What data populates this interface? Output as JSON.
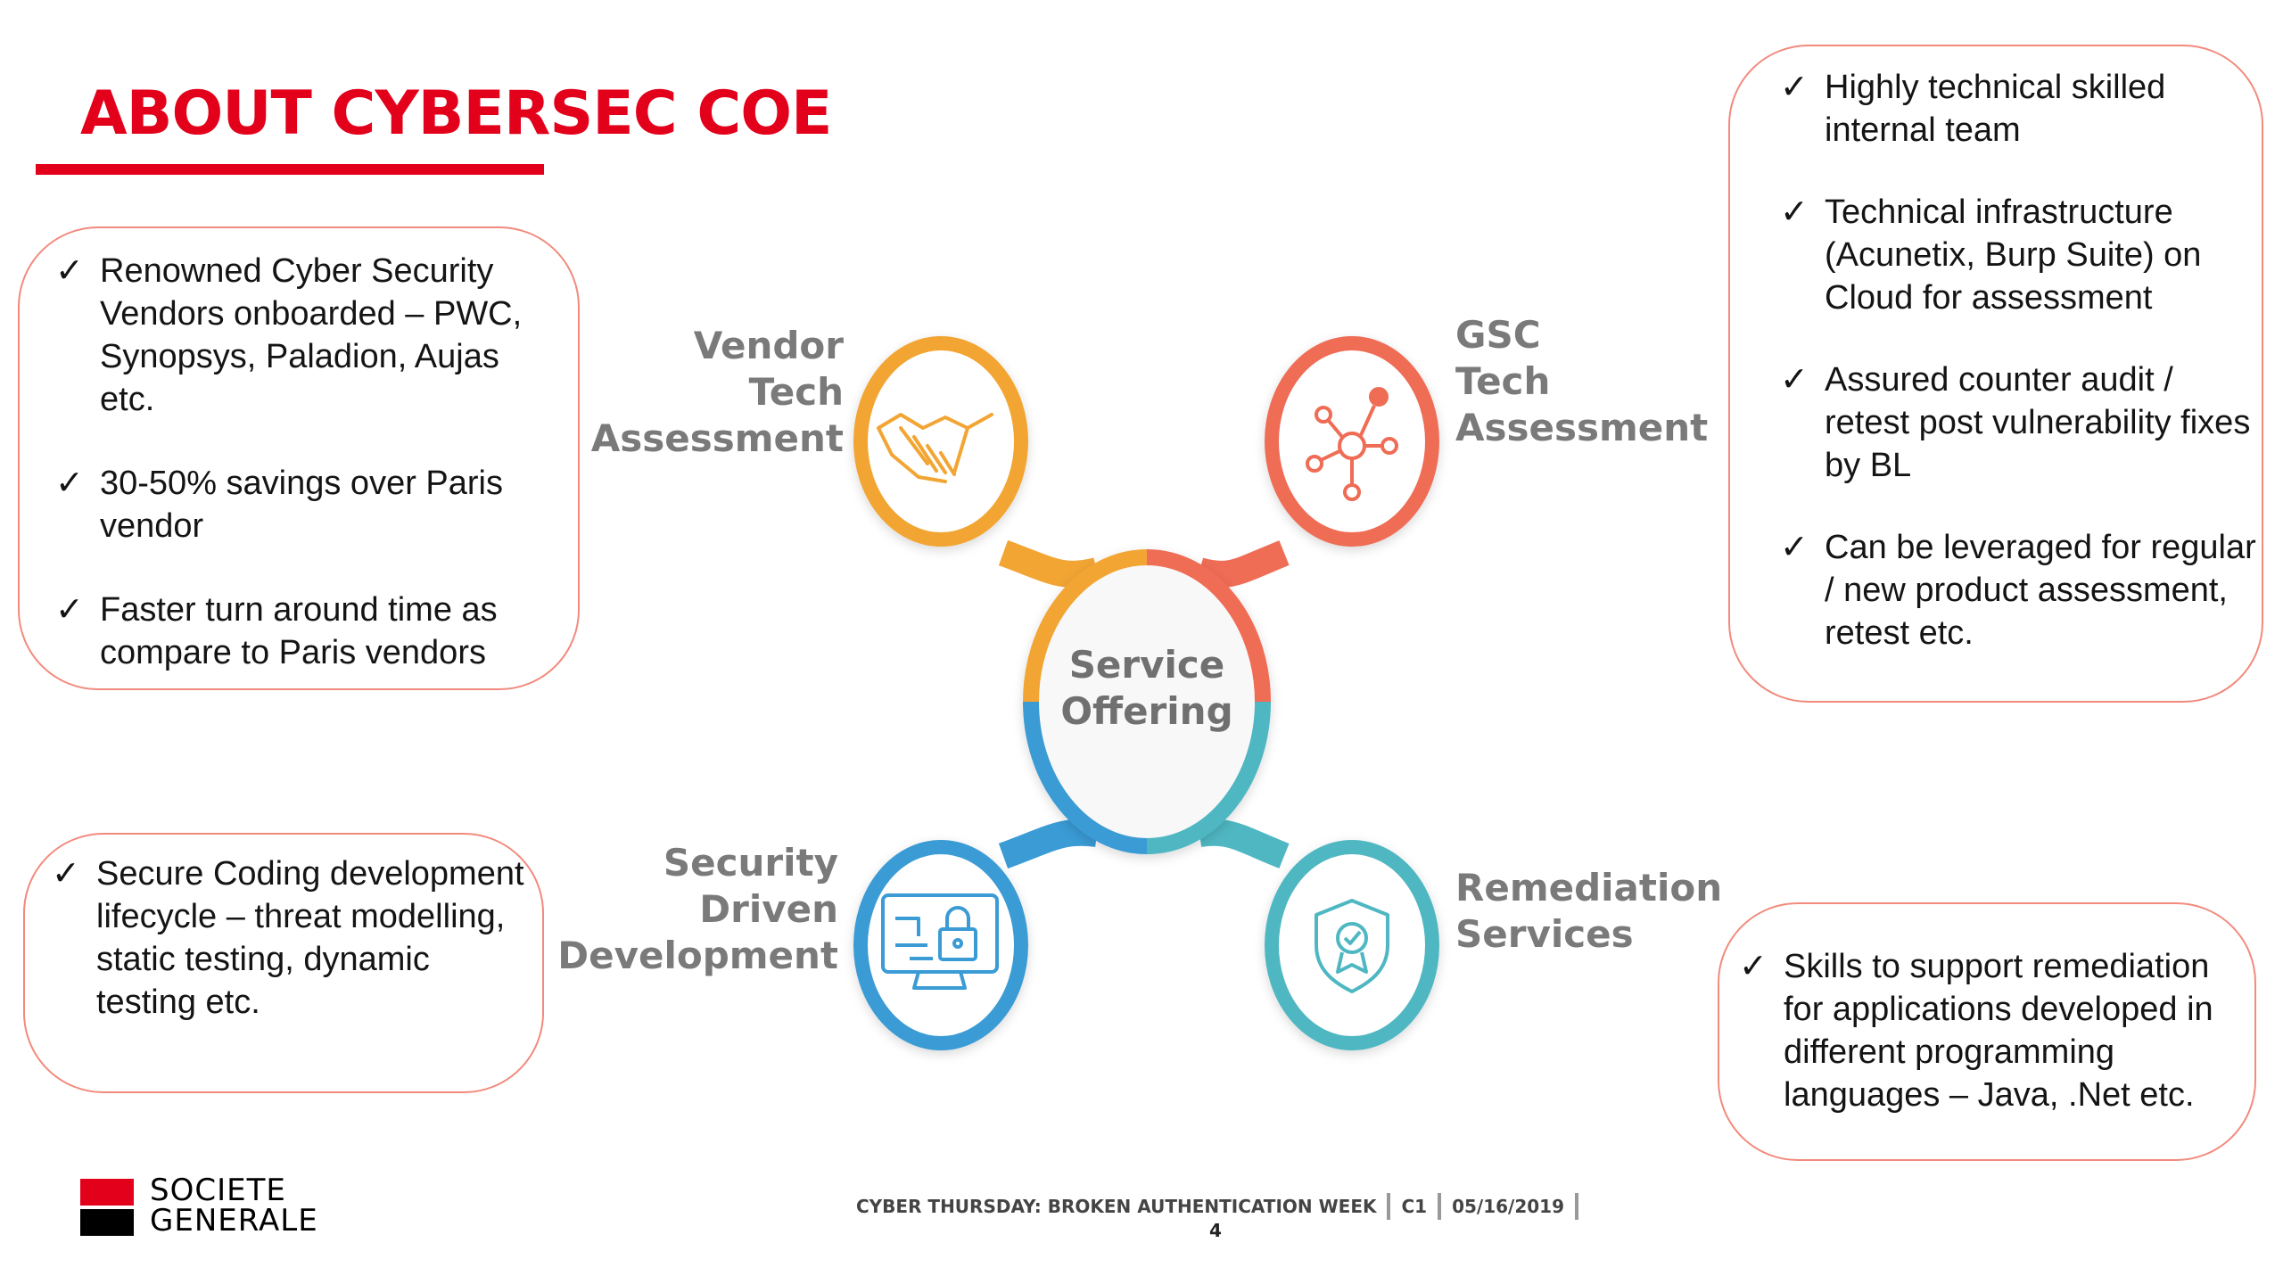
{
  "title": "ABOUT CYBERSEC COE",
  "check_glyph": "✓",
  "left_top_box": {
    "items": [
      "Renowned Cyber Security Vendors onboarded – PWC, Synopsys, Paladion, Aujas etc.",
      "30-50% savings over Paris vendor",
      "Faster turn around time as compare to Paris vendors"
    ]
  },
  "left_bottom_box": {
    "items": [
      "Secure Coding development lifecycle – threat modelling, static testing, dynamic testing etc."
    ]
  },
  "right_top_box": {
    "items": [
      "Highly technical skilled internal team",
      "Technical infrastructure (Acunetix, Burp Suite) on Cloud for assessment",
      "Assured counter audit / retest post vulnerability fixes by BL",
      "Can be leveraged for regular / new product assessment, retest etc."
    ]
  },
  "right_bottom_box": {
    "items": [
      "Skills to support remediation for applications developed in different programming languages – Java, .Net etc."
    ]
  },
  "diagram": {
    "center": "Service\nOffering",
    "nodes": {
      "vendor": {
        "label": "Vendor\nTech\nAssessment",
        "icon": "handshake-icon",
        "color": "#f2a533"
      },
      "gsc": {
        "label": "GSC\nTech\nAssessment",
        "icon": "network-icon",
        "color": "#ef6c55"
      },
      "security": {
        "label": "Security\nDriven\nDevelopment",
        "icon": "secure-computer-icon",
        "color": "#3a9bd5"
      },
      "remediation": {
        "label": "Remediation\nServices",
        "icon": "shield-check-icon",
        "color": "#4fb7c2"
      }
    }
  },
  "logo": {
    "name": "SOCIETE\nGENERALE"
  },
  "footer": {
    "event": "CYBER THURSDAY: BROKEN AUTHENTICATION WEEK",
    "classification": "C1",
    "date": "05/16/2019",
    "page": "4"
  }
}
